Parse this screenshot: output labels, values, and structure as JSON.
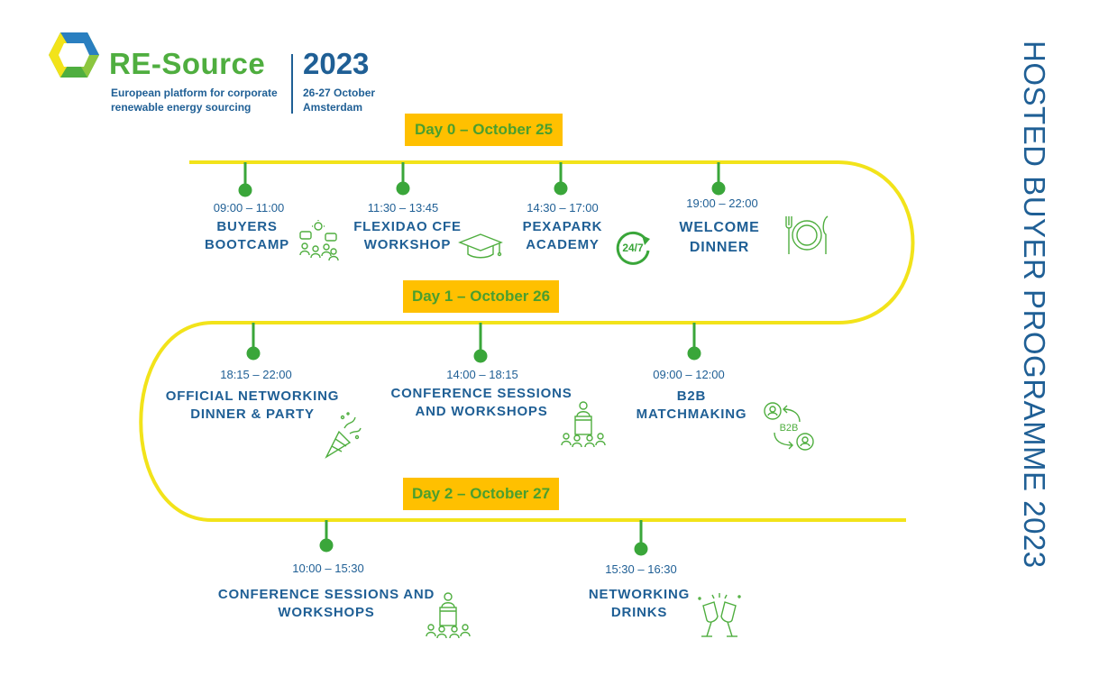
{
  "header": {
    "brand": "RE-Source",
    "tagline_line1": "European platform for corporate",
    "tagline_line2": "renewable energy sourcing",
    "year": "2023",
    "dates_line1": "26-27 October",
    "dates_line2": "Amsterdam"
  },
  "side_title": "HOSTED BUYER PROGRAMME 2023",
  "colors": {
    "track": "#f2e31a",
    "pin": "#3aa63a",
    "day_box": "#ffc000",
    "text_blue": "#1f5f95",
    "icon_green": "#4fae3f"
  },
  "days": [
    {
      "label": "Day 0 – October 25",
      "events": [
        {
          "time": "09:00 – 11:00",
          "line1": "BUYERS",
          "line2": "BOOTCAMP",
          "icon": "group-ideas-icon"
        },
        {
          "time": "11:30 – 13:45",
          "line1": "FLEXIDAO CFE",
          "line2": "WORKSHOP",
          "icon": "graduation-cap-icon"
        },
        {
          "time": "14:30 – 17:00",
          "line1": "PEXAPARK",
          "line2": "ACADEMY",
          "icon": "24-7-icon",
          "icon_text": "24/7"
        },
        {
          "time": "19:00 – 22:00",
          "line1": "WELCOME",
          "line2": "DINNER",
          "icon": "plate-cutlery-icon"
        }
      ]
    },
    {
      "label": "Day 1 – October 26",
      "events": [
        {
          "time": "18:15 – 22:00",
          "line1": "OFFICIAL NETWORKING",
          "line2": "DINNER & PARTY",
          "icon": "party-popper-icon"
        },
        {
          "time": "14:00 – 18:15",
          "line1": "CONFERENCE SESSIONS",
          "line2": "AND WORKSHOPS",
          "icon": "speaker-podium-icon"
        },
        {
          "time": "09:00 – 12:00",
          "line1": "B2B",
          "line2": "MATCHMAKING",
          "icon": "b2b-exchange-icon",
          "icon_text": "B2B"
        }
      ]
    },
    {
      "label": "Day 2 – October 27",
      "events": [
        {
          "time": "10:00 – 15:30",
          "line1": "CONFERENCE SESSIONS AND",
          "line2": "WORKSHOPS",
          "icon": "speaker-podium-icon"
        },
        {
          "time": "15:30 – 16:30",
          "line1": "NETWORKING",
          "line2": "DRINKS",
          "icon": "champagne-toast-icon"
        }
      ]
    }
  ]
}
